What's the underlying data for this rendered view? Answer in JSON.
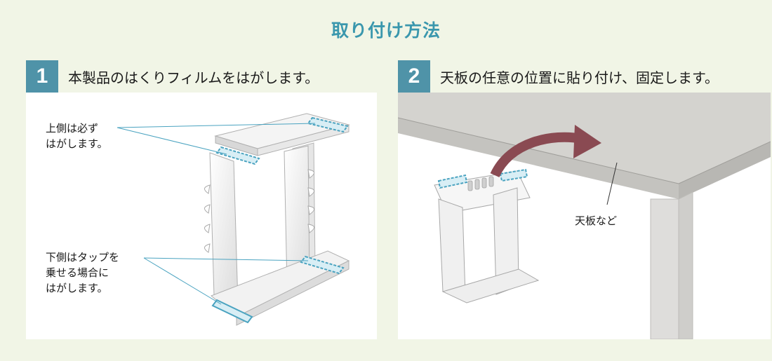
{
  "title": "取り付け方法",
  "steps": [
    {
      "number": "1",
      "text": "本製品のはくりフィルムをはがします。"
    },
    {
      "number": "2",
      "text": "天板の任意の位置に貼り付け、固定します。"
    }
  ],
  "panel1": {
    "top_note": [
      "上側は必ず",
      "はがします。"
    ],
    "bottom_note": [
      "下側はタップを",
      "乗せる場合に",
      "はがします。"
    ]
  },
  "panel2": {
    "label": "天板など"
  },
  "colors": {
    "accent": "#3a97ad",
    "step_badge": "#4f93a8",
    "arrow": "#8a4a52",
    "film": "#4aa3c0",
    "background": "#f1f5e6"
  }
}
